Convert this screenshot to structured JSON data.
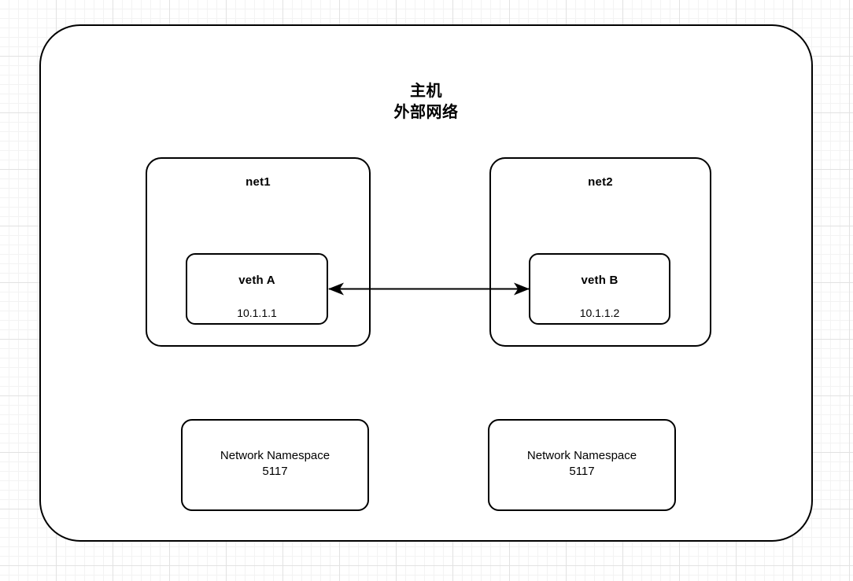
{
  "diagram": {
    "type": "network-namespace-veth-diagram",
    "background": {
      "grid": "light-grid",
      "minor_color": "#f3f3f3",
      "major_color": "#e2e2e2"
    },
    "stroke_color": "#000000",
    "fill_color": "#ffffff"
  },
  "host": {
    "title": "主机\n外部网络",
    "title_line1": "主机",
    "title_line2": "外部网络"
  },
  "net_groups": [
    {
      "id": "net1",
      "title": "net1",
      "veth": {
        "name": "veth A",
        "ip": "10.1.1.1"
      }
    },
    {
      "id": "net2",
      "title": "net2",
      "veth": {
        "name": "veth B",
        "ip": "10.1.1.2"
      }
    }
  ],
  "namespaces": [
    {
      "id": "ns-left",
      "text": "Network Namespace\n5117",
      "label": "Network Namespace",
      "pid": "5117"
    },
    {
      "id": "ns-right",
      "text": "Network Namespace\n5117",
      "label": "Network Namespace",
      "pid": "5117"
    }
  ],
  "connector": {
    "name": "veth-pair-link",
    "style": "double-headed-arrow",
    "from": "veth A",
    "to": "veth B",
    "color": "#000000",
    "label": ""
  }
}
